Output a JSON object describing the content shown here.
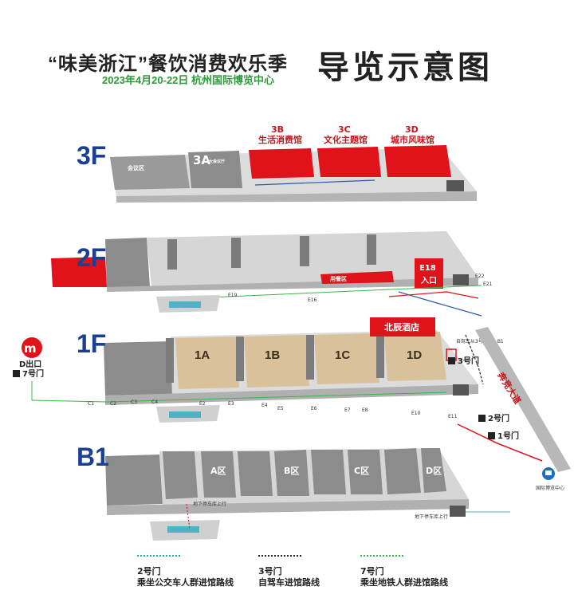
{
  "header": {
    "event_title": "“味美浙江”餐饮消费欢乐季",
    "event_sub": "2023年4月20-22日 杭州国际博览中心",
    "guide_title": "导览示意图"
  },
  "floors": {
    "f3": {
      "label": "3F",
      "zones": {
        "left_area": "会议区",
        "hall_3a": "3A",
        "hall_3a_sub": "大会议厅",
        "hall_3b_code": "3B",
        "hall_3b_name": "生活消费馆",
        "hall_3c_code": "3C",
        "hall_3c_name": "文化主题馆",
        "hall_3d_code": "3D",
        "hall_3d_name": "城市风味馆"
      }
    },
    "f2": {
      "label": "2F",
      "zones": {
        "dining": "用餐区",
        "e18_code": "E18",
        "e18_entry": "入口"
      },
      "markers": {
        "e19": "E19",
        "e16": "E16",
        "e22": "E22",
        "e21": "E21"
      }
    },
    "f1": {
      "label": "1F",
      "halls": [
        "1A",
        "1B",
        "1C",
        "1D"
      ],
      "hotel": "北辰酒店",
      "driving_note": "自驾车从3号门进入B1",
      "gates": [
        "C1",
        "C2",
        "C3",
        "C4",
        "E2",
        "E3",
        "E4",
        "E5",
        "E6",
        "E7",
        "E8",
        "E10",
        "E11"
      ]
    },
    "b1": {
      "label": "B1",
      "zones": [
        "A区",
        "B区",
        "C区",
        "D区"
      ],
      "note_left": "地下停车库上行",
      "note_right": "地下停车库上行"
    }
  },
  "metro": {
    "exit": "D出口",
    "gate7": "7号门"
  },
  "gates": {
    "gate3": "3号门",
    "gate2": "2号门",
    "gate1": "1号门"
  },
  "road": "奔竞大道",
  "bus_stop": "国际博览中心",
  "legend": [
    {
      "gate": "2号门",
      "desc": "乘坐公交车人群进馆路线",
      "color": "#2aa3c4"
    },
    {
      "gate": "3号门",
      "desc": "自驾车进馆路线",
      "color": "#222222"
    },
    {
      "gate": "7号门",
      "desc": "乘坐地铁人群进馆路线",
      "color": "#3cb54a"
    }
  ],
  "colors": {
    "floor_blue": "#1b3f93",
    "red": "#e0121a",
    "hall_tan": "#d9c29b",
    "gray": "#8c8c8c",
    "metro_green": "#3cb54a",
    "bus_blue": "#2aa3c4"
  }
}
